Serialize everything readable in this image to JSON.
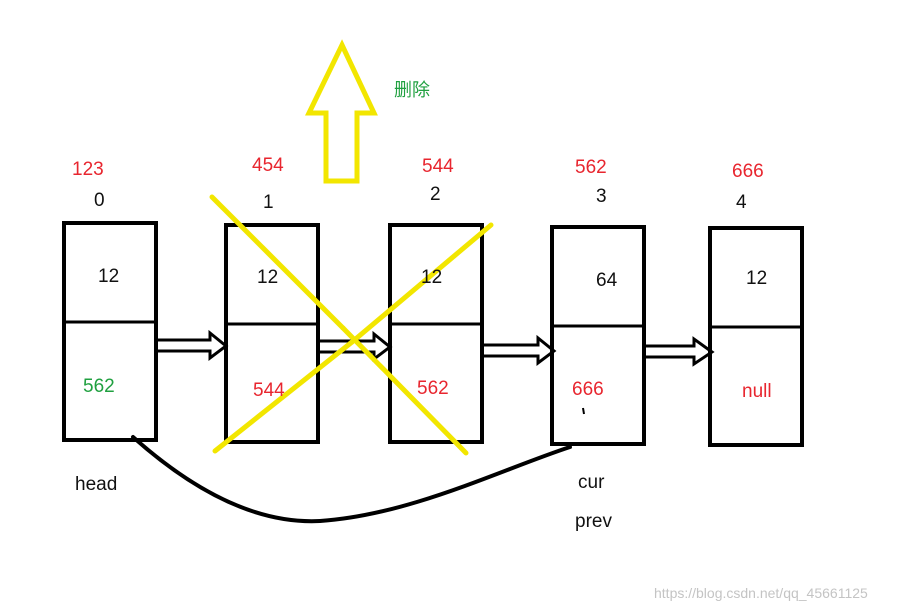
{
  "colors": {
    "address": "#e8262f",
    "pointer_live": "#20a040",
    "pointer_dead": "#e8262f",
    "cross": "#f2e600",
    "arrow_outline": "#f2e600",
    "delete_text": "#20a040",
    "ink": "#000000"
  },
  "nodes": [
    {
      "address": "123",
      "index": "0",
      "value": "12",
      "next": "562",
      "next_status": "live"
    },
    {
      "address": "454",
      "index": "1",
      "value": "12",
      "next": "544",
      "next_status": "deleted"
    },
    {
      "address": "544",
      "index": "2",
      "value": "12",
      "next": "562",
      "next_status": "deleted"
    },
    {
      "address": "562",
      "index": "3",
      "value": "64",
      "next": "666",
      "next_status": "deleted"
    },
    {
      "address": "666",
      "index": "4",
      "value": "12",
      "next": "null",
      "next_status": "deleted"
    }
  ],
  "deleted_nodes": [
    1,
    2
  ],
  "labels": {
    "head": "head",
    "cur": "cur",
    "prev": "prev",
    "delete": "删除"
  },
  "watermark": "https://blog.csdn.net/qq_45661125"
}
